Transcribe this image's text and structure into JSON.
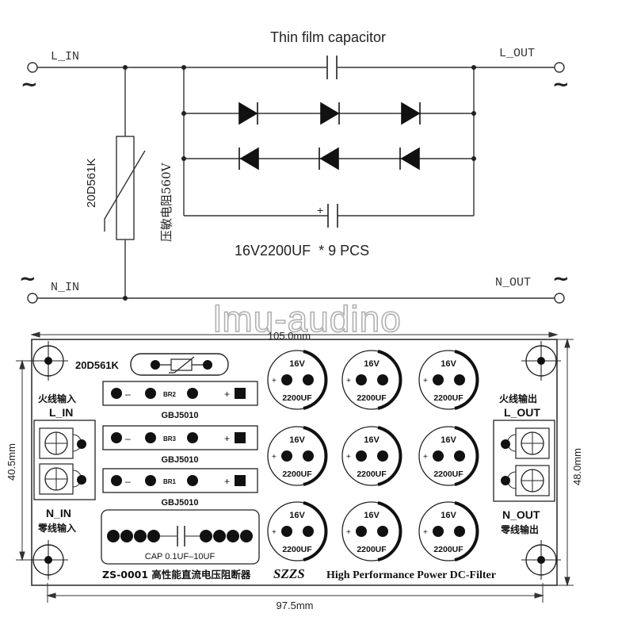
{
  "schematic": {
    "capacitor_title": "Thin film capacitor",
    "l_in": "L_IN",
    "l_out": "L_OUT",
    "n_in": "N_IN",
    "n_out": "N_OUT",
    "ac_symbol": "~",
    "varistor_code": "20D561K",
    "varistor_cn": "压敏电阻560V",
    "plus_sign": "+",
    "electrolytic_label": "16V2200UF  * 9 PCS"
  },
  "watermark": "lmu-audino",
  "board": {
    "width_top": "105.0mm",
    "width_bottom": "97.5mm",
    "height_left": "40.5mm",
    "height_right": "48.0mm",
    "varistor_code": "20D561K",
    "fire_in_cn": "火线输入",
    "l_in": "L_IN",
    "n_in": "N_IN",
    "neutral_in_cn": "零线输入",
    "fire_out_cn": "火线输出",
    "l_out": "L_OUT",
    "n_out": "N_OUT",
    "neutral_out_cn": "零线输出",
    "bridges": [
      {
        "id": "BR2",
        "part": "GBJ5010",
        "minus": "–",
        "plus": "+"
      },
      {
        "id": "BR3",
        "part": "GBJ5010",
        "minus": "–",
        "plus": "+"
      },
      {
        "id": "BR1",
        "part": "GBJ5010",
        "minus": "–",
        "plus": "+"
      }
    ],
    "cap_label": "CAP 0.1UF–10UF",
    "model": "ZS-0001 高性能直流电压阻断器",
    "brand": "SZZS",
    "tagline": "High Performance Power DC-Filter",
    "electrolytic": {
      "voltage": "16V",
      "capacitance": "2200UF",
      "polarity": "+"
    }
  }
}
